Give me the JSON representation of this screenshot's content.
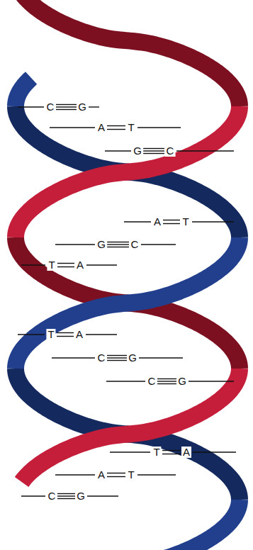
{
  "diagram": {
    "labels": [
      "C",
      "G",
      "A",
      "T",
      "G",
      "C",
      "A",
      "T",
      "G",
      "C",
      "T",
      "A",
      "T",
      "A",
      "C",
      "G",
      "C",
      "G",
      "T",
      "A",
      "A",
      "T",
      "C",
      "G"
    ]
  }
}
